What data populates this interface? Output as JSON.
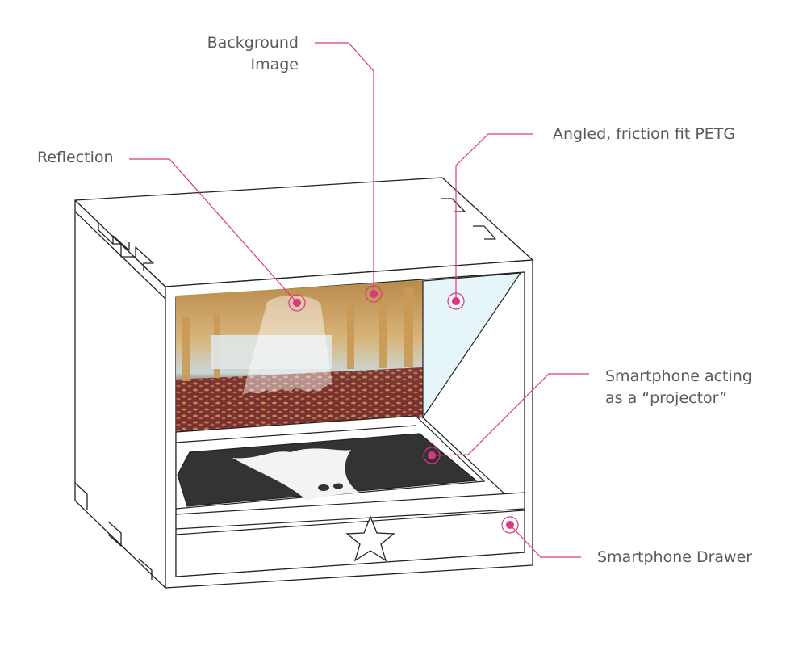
{
  "title": "Hologram box diagram",
  "accent_color": "#e0357f",
  "labels": {
    "reflection": "Reflection",
    "background_line1": "Background",
    "background_line2": "Image",
    "petg": "Angled, friction fit PETG",
    "projector_line1": "Smartphone acting",
    "projector_line2": "as a “projector”",
    "drawer": "Smartphone Drawer"
  }
}
